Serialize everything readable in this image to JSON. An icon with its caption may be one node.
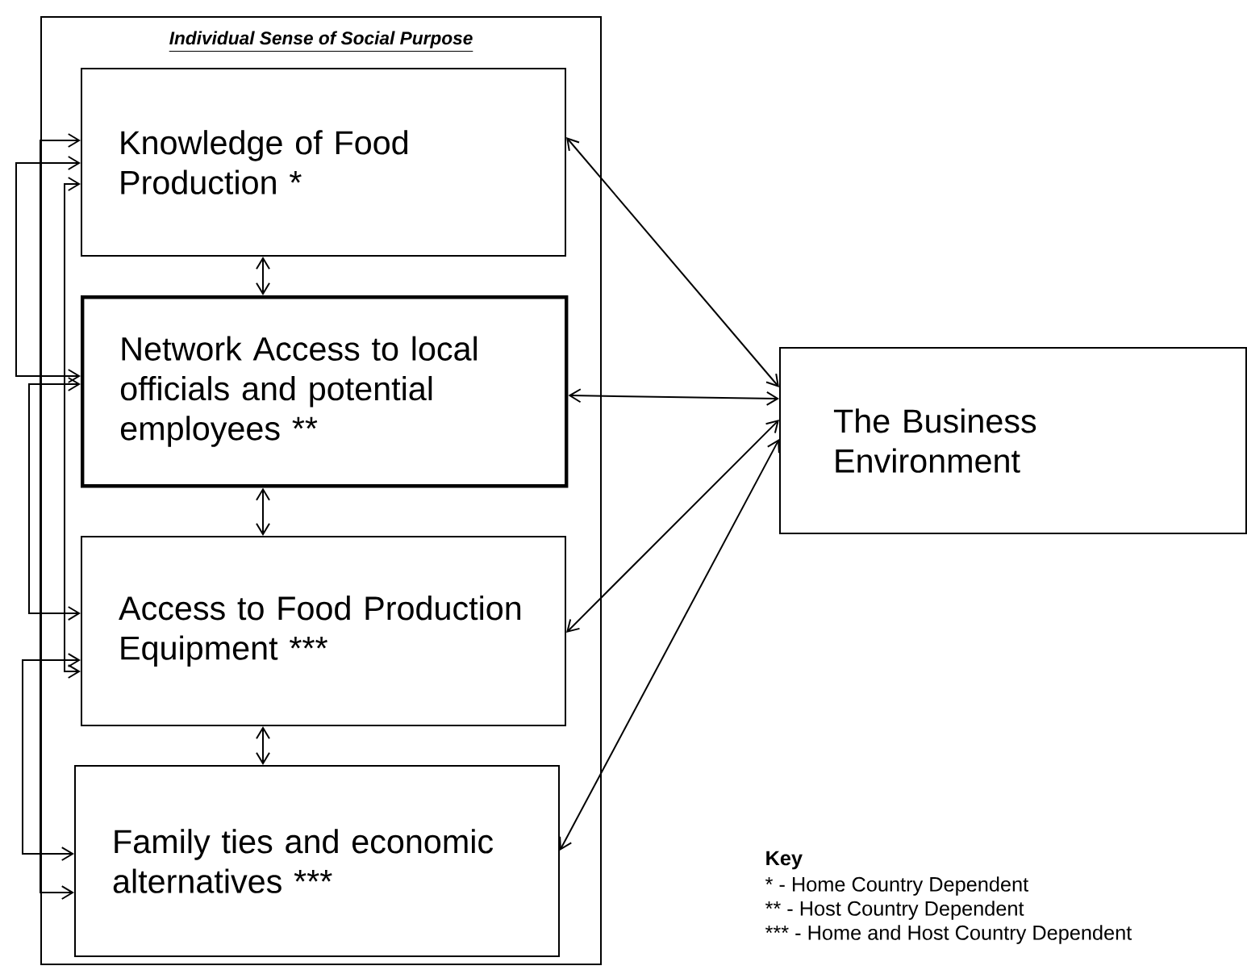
{
  "diagram": {
    "nodes": [
      {
        "text": [
          "Individual Sense of Social Purpose"
        ]
      },
      {
        "text": [
          "Knowledge of Food Production *"
        ],
        "in": 0
      },
      {
        "text": [
          "Network Access to local officials and potential employees **"
        ],
        "in": 0
      },
      {
        "text": [
          "Access to Food Production Equipment ***"
        ],
        "in": 0
      },
      {
        "text": [
          "Family ties and economic alternatives ***"
        ],
        "in": 0
      },
      {
        "text": [
          "The Business Environment"
        ]
      }
    ],
    "edges": [
      {
        "from": 1,
        "to": 2,
        "arrow": "both"
      },
      {
        "from": 2,
        "to": 3,
        "arrow": "both"
      },
      {
        "from": 3,
        "to": 4,
        "arrow": "both"
      },
      {
        "from": 1,
        "to": 5,
        "arrow": "both"
      },
      {
        "from": 2,
        "to": 5,
        "arrow": "both"
      },
      {
        "from": 3,
        "to": 5,
        "arrow": "both"
      },
      {
        "from": 4,
        "to": 5,
        "arrow": "both"
      },
      {
        "from": 1,
        "to": 2,
        "arrow": "both"
      },
      {
        "from": 2,
        "to": 3,
        "arrow": "both"
      },
      {
        "from": 1,
        "to": 3,
        "arrow": "both"
      },
      {
        "from": 3,
        "to": 4,
        "arrow": "both"
      },
      {
        "from": 1,
        "to": 4,
        "arrow": "both"
      }
    ],
    "labels": [
      "Key",
      "* - Home Country Dependent",
      "** - Host Country Dependent",
      "*** - Home and Host Country Dependent"
    ]
  }
}
